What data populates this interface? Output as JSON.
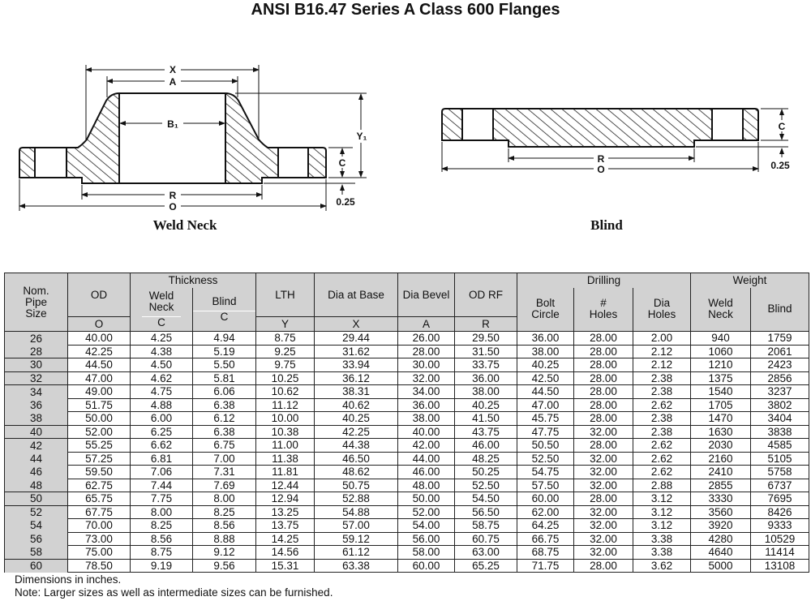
{
  "title": "ANSI B16.47 Series A Class 600 Flanges",
  "weld_neck": {
    "caption": "Weld Neck",
    "labels": {
      "x": "X",
      "a": "A",
      "b1": "B₁",
      "y1": "Y₁",
      "c": "C",
      "r": "R",
      "o": "O",
      "rf": "0.25"
    }
  },
  "blind": {
    "caption": "Blind",
    "labels": {
      "c": "C",
      "r": "R",
      "o": "O",
      "rf": "0.25"
    }
  },
  "table": {
    "group_headers": {
      "thickness": "Thickness",
      "drilling": "Drilling",
      "weight": "Weight"
    },
    "headers": [
      "Nom. Pipe Size",
      "OD",
      "Weld Neck",
      "Blind",
      "LTH",
      "Dia at Base",
      "Dia Bevel",
      "OD RF",
      "Bolt Circle",
      "# Holes",
      "Dia Holes",
      "Weld Neck",
      "Blind"
    ],
    "symbols": [
      "O",
      "C",
      "C",
      "Y",
      "X",
      "A",
      "R"
    ],
    "rows": [
      [
        "26",
        "40.00",
        "4.25",
        "4.94",
        "8.75",
        "29.44",
        "26.00",
        "29.50",
        "36.00",
        "28.00",
        "2.00",
        "940",
        "1759"
      ],
      [
        "28",
        "42.25",
        "4.38",
        "5.19",
        "9.25",
        "31.62",
        "28.00",
        "31.50",
        "38.00",
        "28.00",
        "2.12",
        "1060",
        "2061"
      ],
      [
        "30",
        "44.50",
        "4.50",
        "5.50",
        "9.75",
        "33.94",
        "30.00",
        "33.75",
        "40.25",
        "28.00",
        "2.12",
        "1210",
        "2423"
      ],
      [
        "32",
        "47.00",
        "4.62",
        "5.81",
        "10.25",
        "36.12",
        "32.00",
        "36.00",
        "42.50",
        "28.00",
        "2.38",
        "1375",
        "2856"
      ],
      [
        "34",
        "49.00",
        "4.75",
        "6.06",
        "10.62",
        "38.31",
        "34.00",
        "38.00",
        "44.50",
        "28.00",
        "2.38",
        "1540",
        "3237"
      ],
      [
        "36",
        "51.75",
        "4.88",
        "6.38",
        "11.12",
        "40.62",
        "36.00",
        "40.25",
        "47.00",
        "28.00",
        "2.62",
        "1705",
        "3802"
      ],
      [
        "38",
        "50.00",
        "6.00",
        "6.12",
        "10.00",
        "40.25",
        "38.00",
        "41.50",
        "45.75",
        "28.00",
        "2.38",
        "1470",
        "3404"
      ],
      [
        "40",
        "52.00",
        "6.25",
        "6.38",
        "10.38",
        "42.25",
        "40.00",
        "43.75",
        "47.75",
        "32.00",
        "2.38",
        "1630",
        "3838"
      ],
      [
        "42",
        "55.25",
        "6.62",
        "6.75",
        "11.00",
        "44.38",
        "42.00",
        "46.00",
        "50.50",
        "28.00",
        "2.62",
        "2030",
        "4585"
      ],
      [
        "44",
        "57.25",
        "6.81",
        "7.00",
        "11.38",
        "46.50",
        "44.00",
        "48.25",
        "52.50",
        "32.00",
        "2.62",
        "2160",
        "5105"
      ],
      [
        "46",
        "59.50",
        "7.06",
        "7.31",
        "11.81",
        "48.62",
        "46.00",
        "50.25",
        "54.75",
        "32.00",
        "2.62",
        "2410",
        "5758"
      ],
      [
        "48",
        "62.75",
        "7.44",
        "7.69",
        "12.44",
        "50.75",
        "48.00",
        "52.50",
        "57.50",
        "32.00",
        "2.88",
        "2855",
        "6737"
      ],
      [
        "50",
        "65.75",
        "7.75",
        "8.00",
        "12.94",
        "52.88",
        "50.00",
        "54.50",
        "60.00",
        "28.00",
        "3.12",
        "3330",
        "7695"
      ],
      [
        "52",
        "67.75",
        "8.00",
        "8.25",
        "13.25",
        "54.88",
        "52.00",
        "56.50",
        "62.00",
        "32.00",
        "3.12",
        "3560",
        "8426"
      ],
      [
        "54",
        "70.00",
        "8.25",
        "8.56",
        "13.75",
        "57.00",
        "54.00",
        "58.75",
        "64.25",
        "32.00",
        "3.12",
        "3920",
        "9333"
      ],
      [
        "56",
        "73.00",
        "8.56",
        "8.88",
        "14.25",
        "59.12",
        "56.00",
        "60.75",
        "66.75",
        "32.00",
        "3.38",
        "4280",
        "10529"
      ],
      [
        "58",
        "75.00",
        "8.75",
        "9.12",
        "14.56",
        "61.12",
        "58.00",
        "63.00",
        "68.75",
        "32.00",
        "3.38",
        "4640",
        "11414"
      ],
      [
        "60",
        "78.50",
        "9.19",
        "9.56",
        "15.31",
        "63.38",
        "60.00",
        "65.25",
        "71.75",
        "28.00",
        "3.62",
        "5000",
        "13108"
      ]
    ]
  },
  "notes": [
    "Dimensions in inches.",
    "Note: Larger sizes as well as intermediate sizes can be furnished."
  ]
}
